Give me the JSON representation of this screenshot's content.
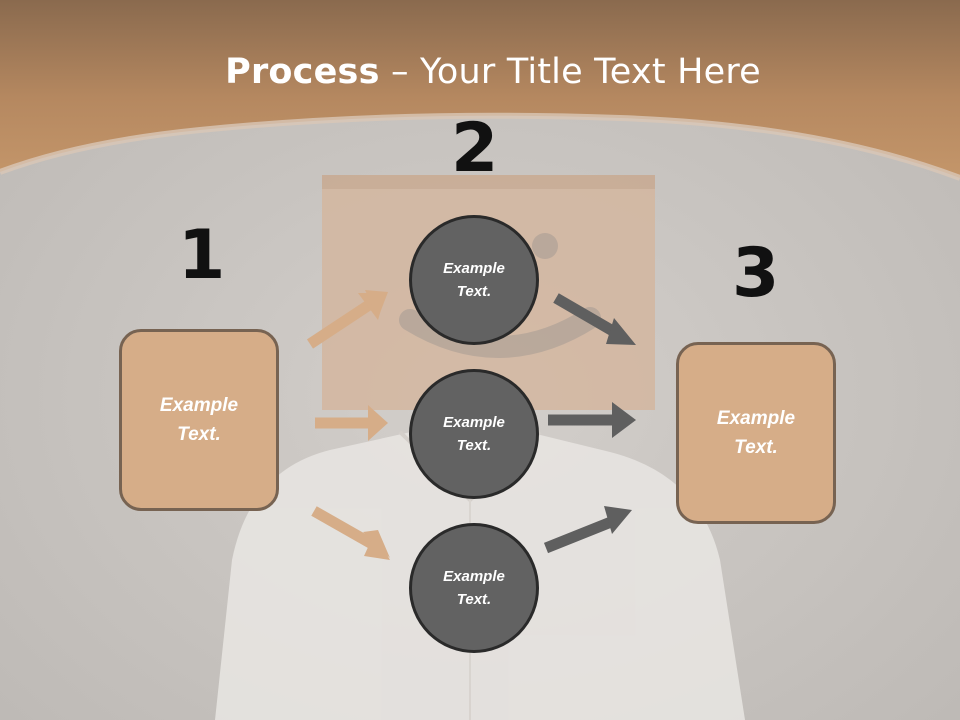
{
  "title": {
    "bold": "Process",
    "rest": " – Your Title Text Here"
  },
  "steps": [
    "1",
    "2",
    "3"
  ],
  "boxes": {
    "left": "Example Text.",
    "right": "Example Text."
  },
  "circles": [
    "Example Text.",
    "Example Text.",
    "Example Text."
  ],
  "colors": {
    "header_brown": "#b98a5f",
    "box_fill": "#d6ad88",
    "box_border": "#776352",
    "circle_fill": "#626262",
    "arrow_tan": "#d6ad88",
    "arrow_gray": "#5f5f5f"
  }
}
